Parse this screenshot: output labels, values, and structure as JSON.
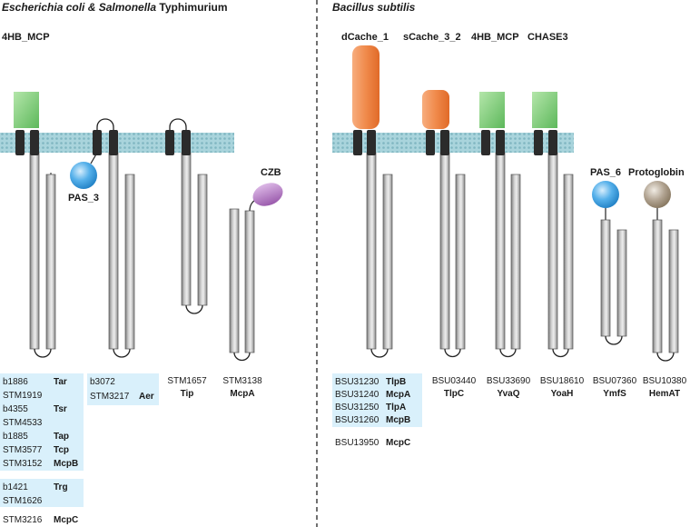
{
  "headers": {
    "left_italic_part": "Escherichia coli & Salmonella",
    "left_roman_part": " Typhimurium",
    "right": "Bacillus subtilis"
  },
  "domain_labels": {
    "left_4hb": "4HB_MCP",
    "pas3": "PAS_3",
    "czb": "CZB",
    "dcache": "dCache_1",
    "scache": "sCache_3_2",
    "right_4hb": "4HB_MCP",
    "chase3": "CHASE3",
    "pas6": "PAS_6",
    "protoglobin": "Protoglobin"
  },
  "ecoli_group1": [
    {
      "id": "b1886",
      "name": "Tar"
    },
    {
      "id": "STM1919",
      "name": ""
    },
    {
      "id": "b4355",
      "name": "Tsr"
    },
    {
      "id": "STM4533",
      "name": ""
    },
    {
      "id": "b1885",
      "name": "Tap"
    },
    {
      "id": "STM3577",
      "name": "Tcp"
    },
    {
      "id": "STM3152",
      "name": "McpB"
    }
  ],
  "ecoli_group2": [
    {
      "id": "b1421",
      "name": "Trg"
    },
    {
      "id": "STM1626",
      "name": ""
    }
  ],
  "ecoli_mcpc": {
    "id": "STM3216",
    "name": "McpC"
  },
  "aer_group": [
    {
      "id": "b3072",
      "name": ""
    },
    {
      "id": "STM3217",
      "name": "Aer"
    }
  ],
  "tip": {
    "id": "STM1657",
    "name": "Tip"
  },
  "mcpa_stm": {
    "id": "STM3138",
    "name": "McpA"
  },
  "bsub_group": [
    {
      "id": "BSU31230",
      "name": "TlpB"
    },
    {
      "id": "BSU31240",
      "name": "McpA"
    },
    {
      "id": "BSU31250",
      "name": "TlpA"
    },
    {
      "id": "BSU31260",
      "name": "McpB"
    }
  ],
  "bsub_mcpc": {
    "id": "BSU13950",
    "name": "McpC"
  },
  "tlpc": {
    "id": "BSU03440",
    "name": "TlpC"
  },
  "yvaq": {
    "id": "BSU33690",
    "name": "YvaQ"
  },
  "yoah": {
    "id": "BSU18610",
    "name": "YoaH"
  },
  "ymfs": {
    "id": "BSU07360",
    "name": "YmfS"
  },
  "hemat": {
    "id": "BSU10380",
    "name": "HemAT"
  },
  "colors": {
    "membrane": "#a9d4dc",
    "membrane_dots": "#7fb6c1",
    "tm_helix": "#2b2b2b",
    "four_hb": "#7fc77c",
    "cache": "#f07d3a",
    "pas": "#3a9ede",
    "czb": "#a96cba",
    "globin": "#9a8a72",
    "info_box": "#d9f0fb",
    "divider": "#333333"
  }
}
